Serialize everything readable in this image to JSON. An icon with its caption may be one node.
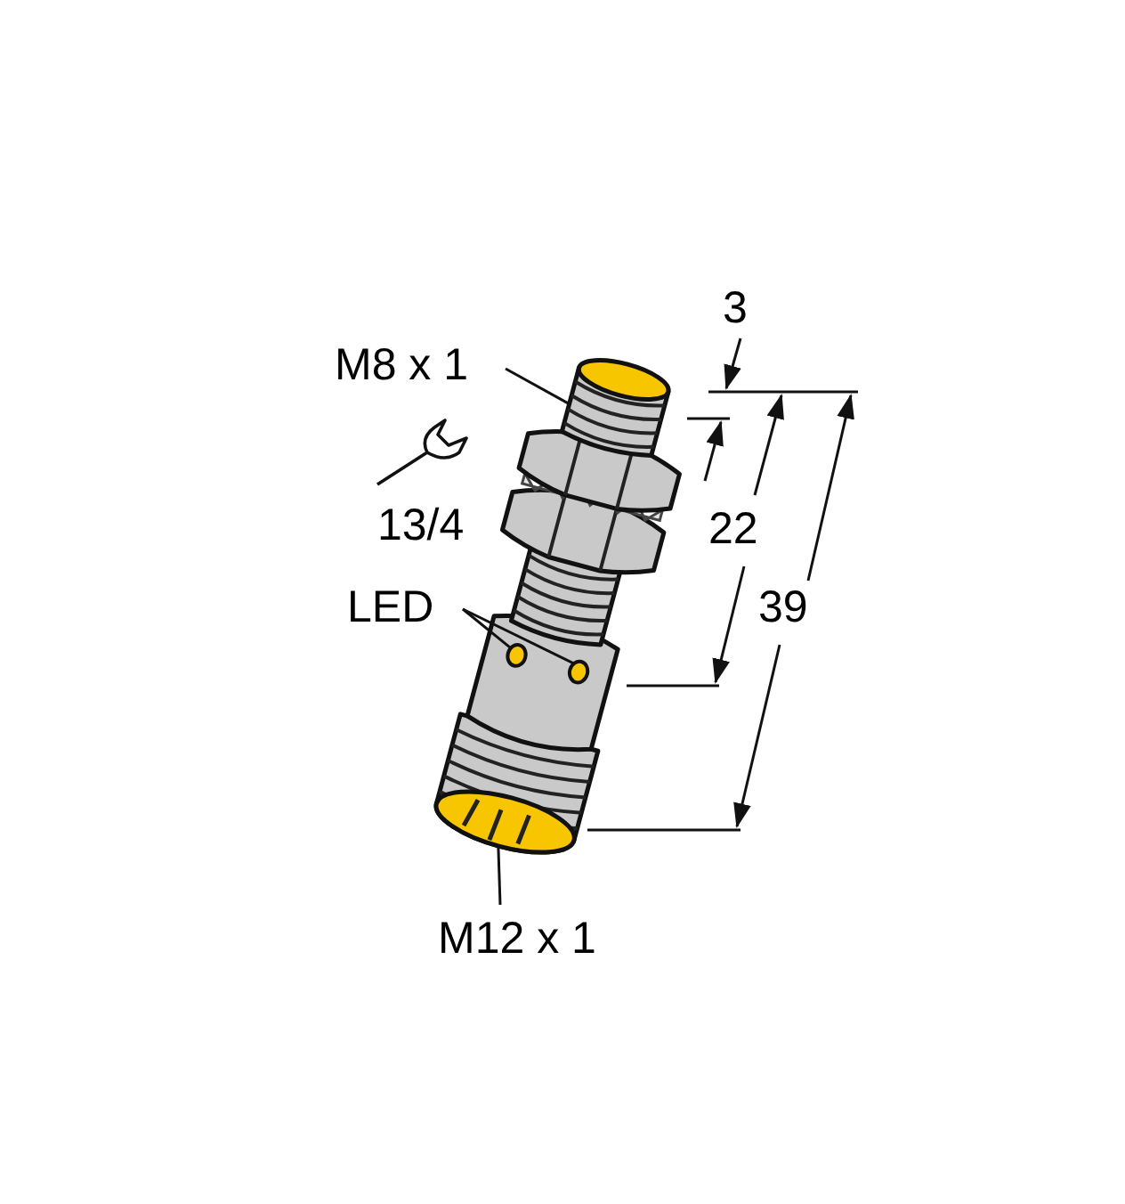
{
  "diagram": {
    "nodes": [
      {
        "text": [
          "M8 x 1"
        ]
      },
      {
        "text": [],
        "shape": "picture"
      },
      {
        "text": [
          "LED"
        ]
      },
      {
        "text": [],
        "shape": "circle"
      },
      {
        "text": [],
        "shape": "circle"
      },
      {
        "text": [
          "M12 x 1"
        ]
      },
      {
        "text": [],
        "shape": "circle"
      }
    ],
    "edges": [
      {
        "from": 0,
        "to": 1,
        "arrow": "none"
      },
      {
        "from": 2,
        "to": 3,
        "arrow": "none"
      },
      {
        "from": 2,
        "to": 4,
        "arrow": "none"
      },
      {
        "from": 5,
        "to": 6,
        "arrow": "none"
      }
    ],
    "labels": [
      "3",
      "13/4",
      "22",
      "39"
    ]
  }
}
